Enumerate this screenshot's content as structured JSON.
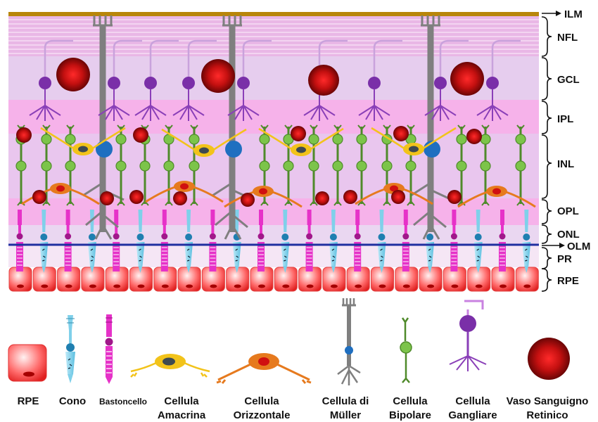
{
  "layers": {
    "ilm": "ILM",
    "nfl": "NFL",
    "gcl": "GCL",
    "ipl": "IPL",
    "inl": "INL",
    "opl": "OPL",
    "onl": "ONL",
    "olm": "OLM",
    "pr": "PR",
    "rpe": "RPE"
  },
  "legend": {
    "rpe": "RPE",
    "cone": "Cono",
    "rod": "Bastoncello",
    "amacrine": [
      "Cellula",
      "Amacrina"
    ],
    "horizontal": [
      "Cellula",
      "Orizzontale"
    ],
    "muller": [
      "Cellula di",
      "Müller"
    ],
    "bipolar": [
      "Cellula",
      "Bipolare"
    ],
    "ganglion": [
      "Cellula",
      "Gangliare"
    ],
    "vessel": [
      "Vaso Sanguigno",
      "Retinico"
    ]
  },
  "colors": {
    "ilm": "#b8860b",
    "nfl": "#e9b7e6",
    "gcl": "#e6c9ec",
    "ipl": "#f7b0ea",
    "inl": "#e9c6ee",
    "opl": "#f7b0ea",
    "onl": "#ead7f1",
    "olm": "#1f2fa0",
    "rpe": "#f25a50",
    "cone": "#7fd0ea",
    "rod": "#e632c8",
    "muller": "#7f7f7f",
    "bipolar": "#6fae3c",
    "ganglion": "#8a3fb8",
    "amacrine": "#f2c31a",
    "horizontal": "#e67a1e",
    "vessel": "#a01010"
  }
}
